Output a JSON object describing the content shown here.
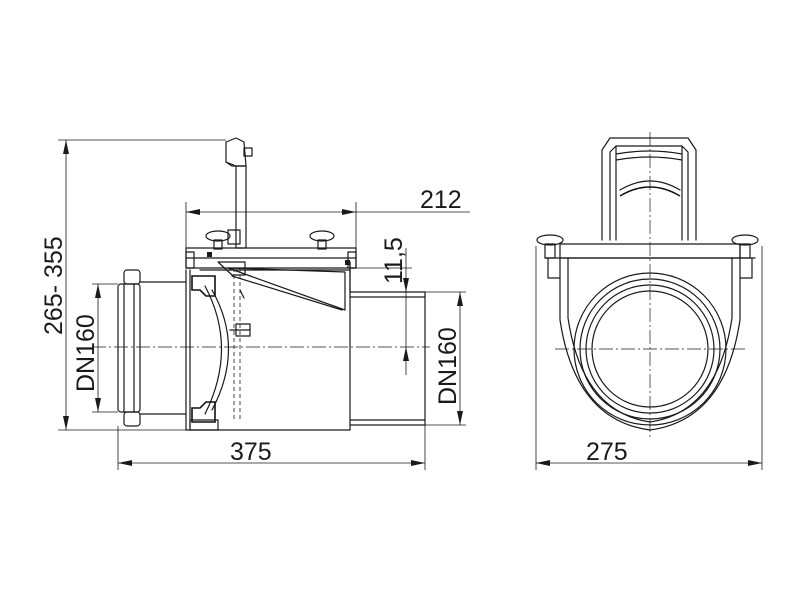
{
  "dimensions": {
    "height_range": "265- 355",
    "top_width": "212",
    "lid_offset": "11,5",
    "inlet_dn": "DN160",
    "outlet_dn": "DN160",
    "length": "375",
    "width": "275"
  }
}
